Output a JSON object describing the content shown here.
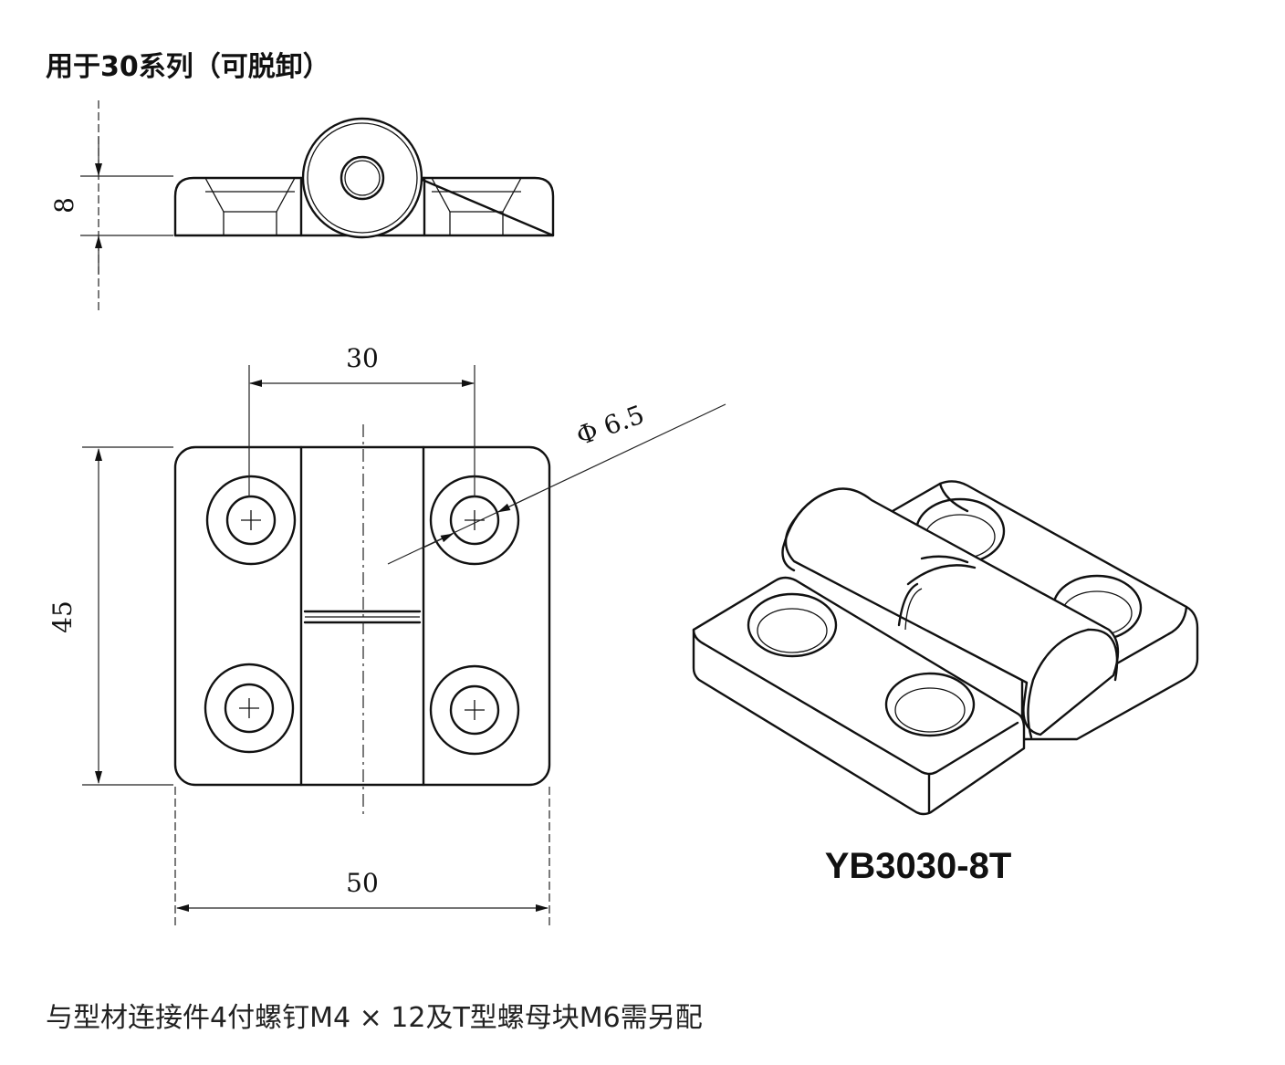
{
  "title": "用于30系列（可脱卸）",
  "model": "YB3030-8T",
  "footnote": "与型材连接件4付螺钉M4 × 12及T型螺母块M6需另配",
  "dimensions": {
    "height": "8",
    "hole_spacing": "30",
    "hole_diameter": "Φ 6.5",
    "length": "45",
    "width": "50"
  }
}
